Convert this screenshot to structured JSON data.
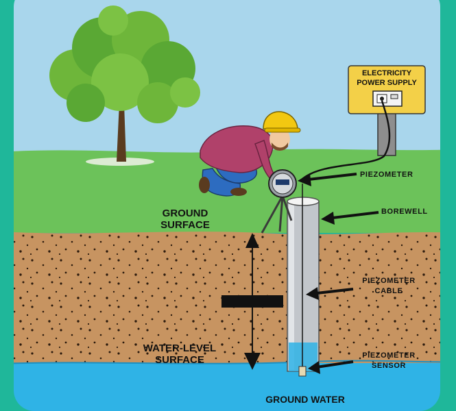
{
  "power_sign": {
    "line1": "ELECTRICITY",
    "line2": "POWER SUPPLY"
  },
  "labels": {
    "piezometer": "PIEZOMETER",
    "borewell": "BOREWELL",
    "cable_line1": "PIEZOMETER",
    "cable_line2": "CABLE",
    "sensor_line1": "PIEZOMETER",
    "sensor_line2": "SENSOR",
    "ground_surface_line1": "GROUND",
    "ground_surface_line2": "SURFACE",
    "water_level_line1": "WATER-LEVEL",
    "water_level_line2": "SURFACE",
    "ground_water": "GROUND WATER"
  },
  "colors": {
    "frame": "#1fb79a",
    "sky": "#a9d6ec",
    "grass": "#6cc25a",
    "soil": "#c79461",
    "water": "#2fb3e6",
    "sign": "#f3d048",
    "shirt": "#b0416a",
    "jeans": "#2d6cc0",
    "helmet": "#f2c811"
  },
  "icons": [
    "tree-icon",
    "worker-icon",
    "power-outlet-icon",
    "piezometer-device-icon",
    "hard-hat-icon"
  ]
}
